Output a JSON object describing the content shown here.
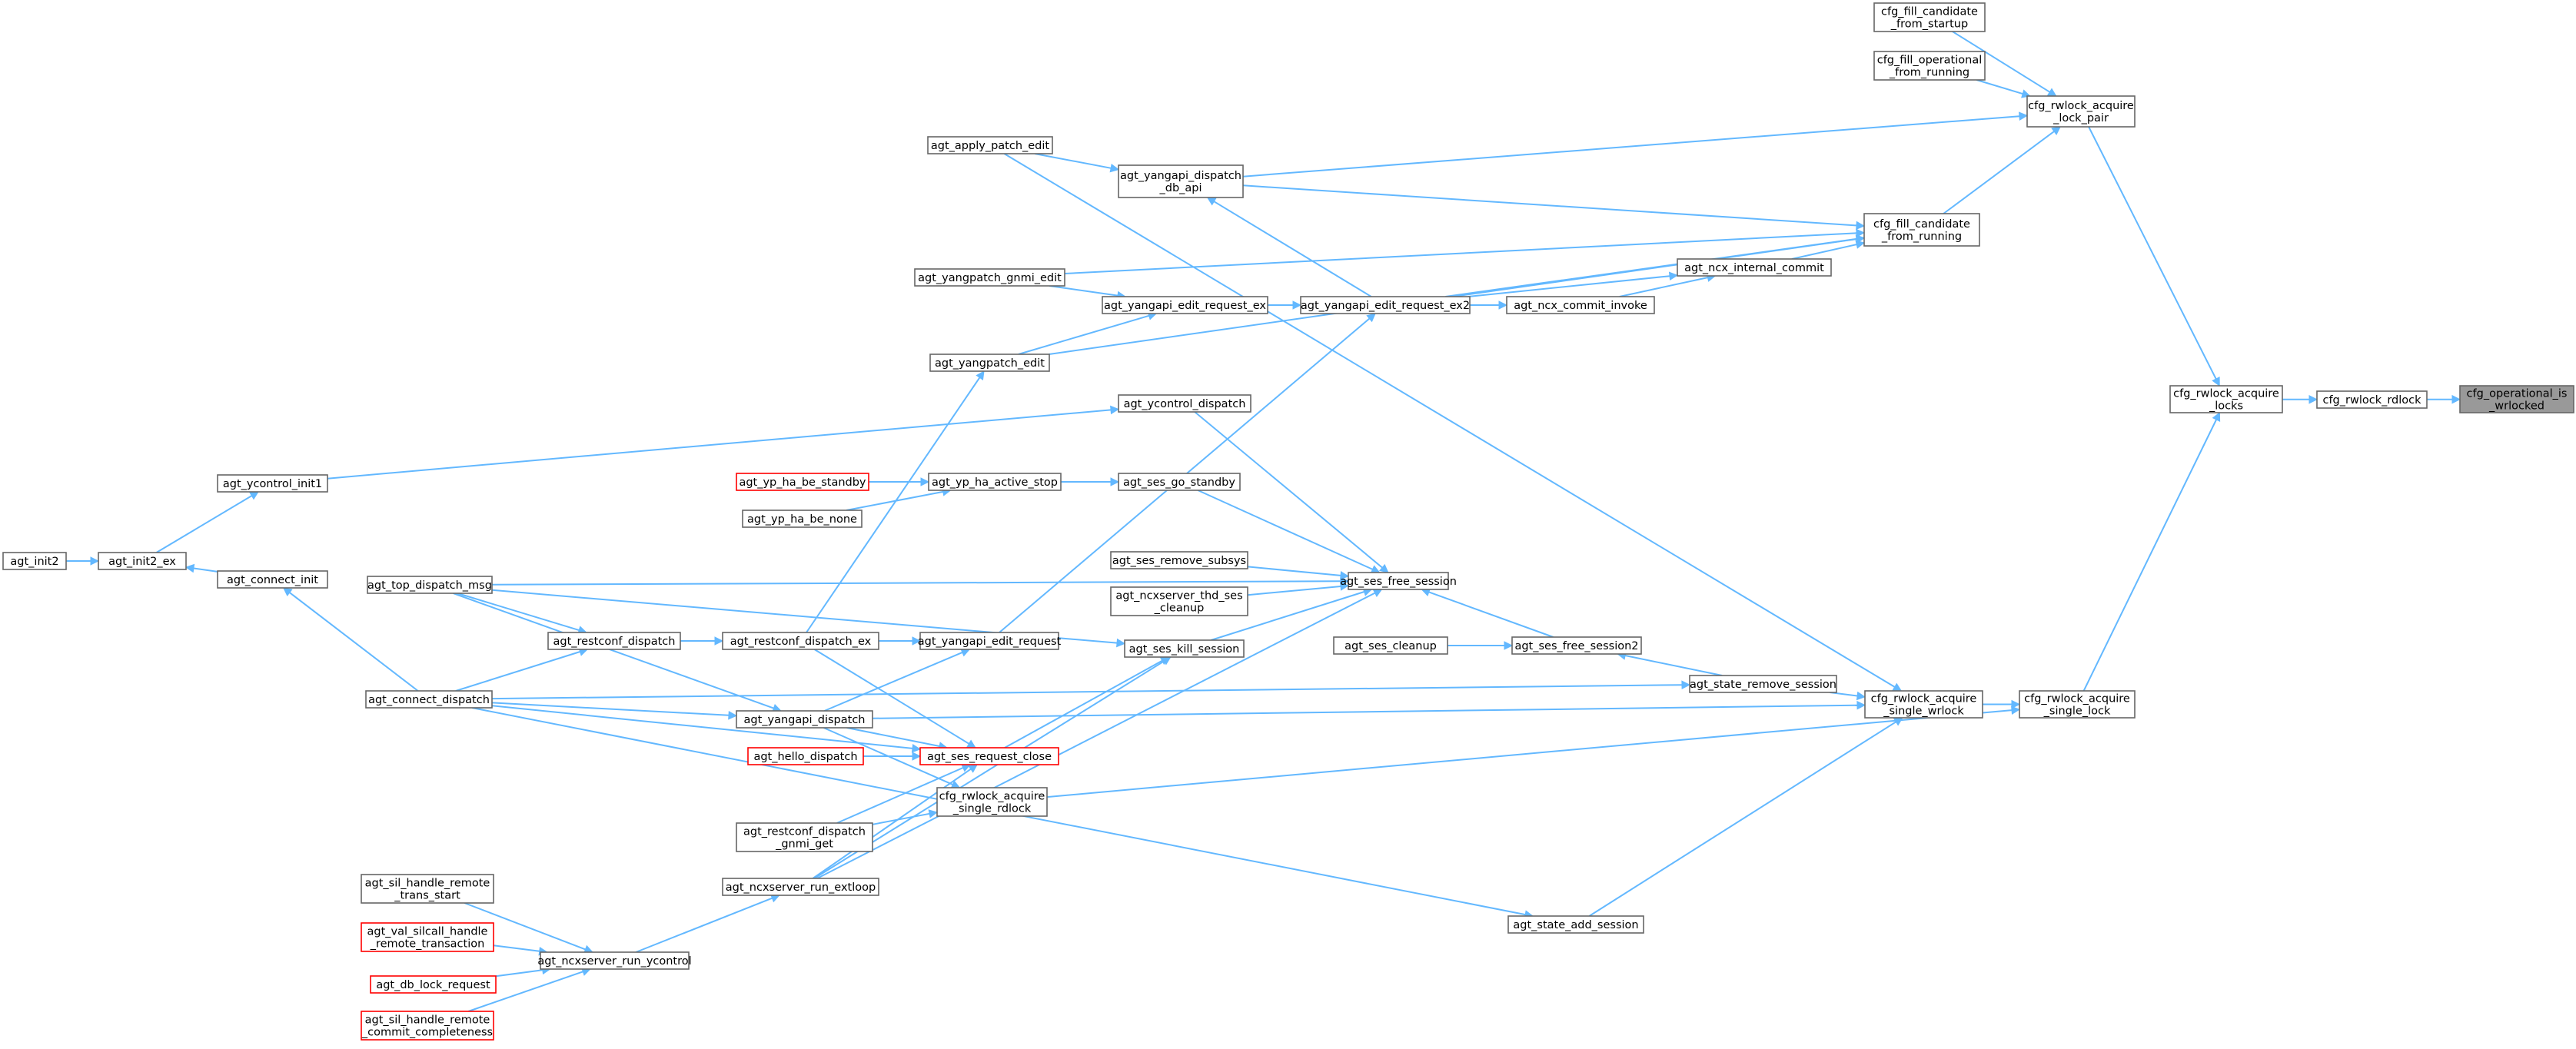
{
  "colors": {
    "edge": "#63b8ff",
    "border": "#666666",
    "border_truncated": "#ff0000",
    "target_fill": "#999999",
    "background": "#ffffff"
  },
  "nodes": [
    {
      "id": "n_target",
      "lines": [
        "cfg_operational_is",
        "_wrlocked"
      ],
      "style": "target"
    },
    {
      "id": "n_rdlock",
      "lines": [
        "cfg_rwlock_rdlock"
      ],
      "style": "normal"
    },
    {
      "id": "n_acquire_locks",
      "lines": [
        "cfg_rwlock_acquire",
        "_locks"
      ],
      "style": "normal"
    },
    {
      "id": "n_lock_pair",
      "lines": [
        "cfg_rwlock_acquire",
        "_lock_pair"
      ],
      "style": "normal"
    },
    {
      "id": "n_single_lock",
      "lines": [
        "cfg_rwlock_acquire",
        "_single_lock"
      ],
      "style": "normal"
    },
    {
      "id": "n_fill_startup",
      "lines": [
        "cfg_fill_candidate",
        "_from_startup"
      ],
      "style": "normal"
    },
    {
      "id": "n_fill_operational",
      "lines": [
        "cfg_fill_operational",
        "_from_running"
      ],
      "style": "normal"
    },
    {
      "id": "n_fill_running",
      "lines": [
        "cfg_fill_candidate",
        "_from_running"
      ],
      "style": "normal"
    },
    {
      "id": "n_single_wrlock",
      "lines": [
        "cfg_rwlock_acquire",
        "_single_wrlock"
      ],
      "style": "normal"
    },
    {
      "id": "n_apply_patch",
      "lines": [
        "agt_apply_patch_edit"
      ],
      "style": "normal"
    },
    {
      "id": "n_db_api",
      "lines": [
        "agt_yangapi_dispatch",
        "_db_api"
      ],
      "style": "normal"
    },
    {
      "id": "n_gnmi_edit",
      "lines": [
        "agt_yangpatch_gnmi_edit"
      ],
      "style": "normal"
    },
    {
      "id": "n_ncx_internal",
      "lines": [
        "agt_ncx_internal_commit"
      ],
      "style": "normal"
    },
    {
      "id": "n_edit_ex",
      "lines": [
        "agt_yangapi_edit_request_ex"
      ],
      "style": "normal"
    },
    {
      "id": "n_edit_ex2",
      "lines": [
        "agt_yangapi_edit_request_ex2"
      ],
      "style": "normal"
    },
    {
      "id": "n_commit_invoke",
      "lines": [
        "agt_ncx_commit_invoke"
      ],
      "style": "normal"
    },
    {
      "id": "n_yangpatch_edit",
      "lines": [
        "agt_yangpatch_edit"
      ],
      "style": "normal"
    },
    {
      "id": "n_ycontrol_dispatch",
      "lines": [
        "agt_ycontrol_dispatch"
      ],
      "style": "normal"
    },
    {
      "id": "n_ycontrol_init1",
      "lines": [
        "agt_ycontrol_init1"
      ],
      "style": "normal"
    },
    {
      "id": "n_be_standby",
      "lines": [
        "agt_yp_ha_be_standby"
      ],
      "style": "red"
    },
    {
      "id": "n_active_stop",
      "lines": [
        "agt_yp_ha_active_stop"
      ],
      "style": "normal"
    },
    {
      "id": "n_go_standby",
      "lines": [
        "agt_ses_go_standby"
      ],
      "style": "normal"
    },
    {
      "id": "n_be_none",
      "lines": [
        "agt_yp_ha_be_none"
      ],
      "style": "normal"
    },
    {
      "id": "n_init2",
      "lines": [
        "agt_init2"
      ],
      "style": "normal"
    },
    {
      "id": "n_init2_ex",
      "lines": [
        "agt_init2_ex"
      ],
      "style": "normal"
    },
    {
      "id": "n_connect_init",
      "lines": [
        "agt_connect_init"
      ],
      "style": "normal"
    },
    {
      "id": "n_remove_subsys",
      "lines": [
        "agt_ses_remove_subsys"
      ],
      "style": "normal"
    },
    {
      "id": "n_free_session",
      "lines": [
        "agt_ses_free_session"
      ],
      "style": "normal"
    },
    {
      "id": "n_top_dispatch",
      "lines": [
        "agt_top_dispatch_msg"
      ],
      "style": "normal"
    },
    {
      "id": "n_thd_cleanup",
      "lines": [
        "agt_ncxserver_thd_ses",
        "_cleanup"
      ],
      "style": "normal"
    },
    {
      "id": "n_restconf_dispatch",
      "lines": [
        "agt_restconf_dispatch"
      ],
      "style": "normal"
    },
    {
      "id": "n_restconf_ex",
      "lines": [
        "agt_restconf_dispatch_ex"
      ],
      "style": "normal"
    },
    {
      "id": "n_edit_request",
      "lines": [
        "agt_yangapi_edit_request"
      ],
      "style": "normal"
    },
    {
      "id": "n_ses_cleanup",
      "lines": [
        "agt_ses_cleanup"
      ],
      "style": "normal"
    },
    {
      "id": "n_free_session2",
      "lines": [
        "agt_ses_free_session2"
      ],
      "style": "normal"
    },
    {
      "id": "n_kill_session",
      "lines": [
        "agt_ses_kill_session"
      ],
      "style": "normal"
    },
    {
      "id": "n_state_remove",
      "lines": [
        "agt_state_remove_session"
      ],
      "style": "normal"
    },
    {
      "id": "n_connect_dispatch",
      "lines": [
        "agt_connect_dispatch"
      ],
      "style": "normal"
    },
    {
      "id": "n_yangapi_dispatch",
      "lines": [
        "agt_yangapi_dispatch"
      ],
      "style": "normal"
    },
    {
      "id": "n_hello_dispatch",
      "lines": [
        "agt_hello_dispatch"
      ],
      "style": "red"
    },
    {
      "id": "n_request_close",
      "lines": [
        "agt_ses_request_close"
      ],
      "style": "red"
    },
    {
      "id": "n_single_rdlock",
      "lines": [
        "cfg_rwlock_acquire",
        "_single_rdlock"
      ],
      "style": "normal"
    },
    {
      "id": "n_gnmi_get",
      "lines": [
        "agt_restconf_dispatch",
        "_gnmi_get"
      ],
      "style": "normal"
    },
    {
      "id": "n_extloop",
      "lines": [
        "agt_ncxserver_run_extloop"
      ],
      "style": "normal"
    },
    {
      "id": "n_trans_start",
      "lines": [
        "agt_sil_handle_remote",
        "_trans_start"
      ],
      "style": "normal"
    },
    {
      "id": "n_remote_trans",
      "lines": [
        "agt_val_silcall_handle",
        "_remote_transaction"
      ],
      "style": "red"
    },
    {
      "id": "n_run_ycontrol",
      "lines": [
        "agt_ncxserver_run_ycontrol"
      ],
      "style": "normal"
    },
    {
      "id": "n_state_add",
      "lines": [
        "agt_state_add_session"
      ],
      "style": "normal"
    },
    {
      "id": "n_db_lock",
      "lines": [
        "agt_db_lock_request"
      ],
      "style": "red"
    },
    {
      "id": "n_commit_complete",
      "lines": [
        "agt_sil_handle_remote",
        "_commit_completeness"
      ],
      "style": "red"
    }
  ],
  "edges": [
    [
      "n_rdlock",
      "n_target"
    ],
    [
      "n_acquire_locks",
      "n_rdlock"
    ],
    [
      "n_lock_pair",
      "n_acquire_locks"
    ],
    [
      "n_single_lock",
      "n_acquire_locks"
    ],
    [
      "n_fill_startup",
      "n_lock_pair"
    ],
    [
      "n_fill_operational",
      "n_lock_pair"
    ],
    [
      "n_fill_running",
      "n_lock_pair"
    ],
    [
      "n_db_api",
      "n_lock_pair"
    ],
    [
      "n_single_wrlock",
      "n_single_lock"
    ],
    [
      "n_single_rdlock",
      "n_single_lock"
    ],
    [
      "n_state_add",
      "n_single_wrlock"
    ],
    [
      "n_state_remove",
      "n_single_wrlock"
    ],
    [
      "n_yangapi_dispatch",
      "n_single_wrlock"
    ],
    [
      "n_apply_patch",
      "n_single_wrlock"
    ],
    [
      "n_gnmi_edit",
      "n_fill_running"
    ],
    [
      "n_ncx_internal",
      "n_fill_running"
    ],
    [
      "n_db_api",
      "n_fill_running"
    ],
    [
      "n_edit_ex2",
      "n_fill_running"
    ],
    [
      "n_yangpatch_edit",
      "n_fill_running"
    ],
    [
      "n_edit_ex2",
      "n_ncx_internal"
    ],
    [
      "n_commit_invoke",
      "n_ncx_internal"
    ],
    [
      "n_edit_ex2",
      "n_commit_invoke"
    ],
    [
      "n_apply_patch",
      "n_db_api"
    ],
    [
      "n_edit_ex2",
      "n_db_api"
    ],
    [
      "n_edit_ex",
      "n_edit_ex2"
    ],
    [
      "n_edit_request",
      "n_edit_ex2"
    ],
    [
      "n_gnmi_edit",
      "n_edit_ex"
    ],
    [
      "n_yangpatch_edit",
      "n_edit_ex"
    ],
    [
      "n_restconf_ex",
      "n_yangpatch_edit"
    ],
    [
      "n_ycontrol_init1",
      "n_ycontrol_dispatch"
    ],
    [
      "n_init2_ex",
      "n_ycontrol_init1"
    ],
    [
      "n_init2",
      "n_init2_ex"
    ],
    [
      "n_connect_init",
      "n_init2_ex"
    ],
    [
      "n_connect_dispatch",
      "n_connect_init"
    ],
    [
      "n_be_standby",
      "n_active_stop"
    ],
    [
      "n_be_none",
      "n_active_stop"
    ],
    [
      "n_active_stop",
      "n_go_standby"
    ],
    [
      "n_go_standby",
      "n_free_session"
    ],
    [
      "n_ycontrol_dispatch",
      "n_free_session"
    ],
    [
      "n_top_dispatch",
      "n_free_session"
    ],
    [
      "n_remove_subsys",
      "n_free_session"
    ],
    [
      "n_thd_cleanup",
      "n_free_session"
    ],
    [
      "n_kill_session",
      "n_free_session"
    ],
    [
      "n_free_session2",
      "n_free_session"
    ],
    [
      "n_extloop",
      "n_free_session"
    ],
    [
      "n_ses_cleanup",
      "n_free_session2"
    ],
    [
      "n_state_remove",
      "n_free_session2"
    ],
    [
      "n_connect_dispatch",
      "n_state_remove"
    ],
    [
      "n_top_dispatch",
      "n_kill_session"
    ],
    [
      "n_request_close",
      "n_kill_session"
    ],
    [
      "n_extloop",
      "n_kill_session"
    ],
    [
      "n_top_dispatch",
      "n_restconf_dispatch"
    ],
    [
      "n_connect_dispatch",
      "n_restconf_dispatch"
    ],
    [
      "n_restconf_dispatch",
      "n_restconf_ex"
    ],
    [
      "n_restconf_ex",
      "n_edit_request"
    ],
    [
      "n_yangapi_dispatch",
      "n_edit_request"
    ],
    [
      "n_top_dispatch",
      "n_yangapi_dispatch"
    ],
    [
      "n_connect_dispatch",
      "n_yangapi_dispatch"
    ],
    [
      "n_yangapi_dispatch",
      "n_request_close"
    ],
    [
      "n_hello_dispatch",
      "n_request_close"
    ],
    [
      "n_restconf_ex",
      "n_request_close"
    ],
    [
      "n_connect_dispatch",
      "n_request_close"
    ],
    [
      "n_gnmi_get",
      "n_request_close"
    ],
    [
      "n_extloop",
      "n_request_close"
    ],
    [
      "n_yangapi_dispatch",
      "n_single_rdlock"
    ],
    [
      "n_gnmi_get",
      "n_single_rdlock"
    ],
    [
      "n_run_ycontrol",
      "n_extloop"
    ],
    [
      "n_trans_start",
      "n_run_ycontrol"
    ],
    [
      "n_remote_trans",
      "n_run_ycontrol"
    ],
    [
      "n_db_lock",
      "n_run_ycontrol"
    ],
    [
      "n_commit_complete",
      "n_run_ycontrol"
    ],
    [
      "n_connect_dispatch",
      "n_state_add"
    ]
  ]
}
